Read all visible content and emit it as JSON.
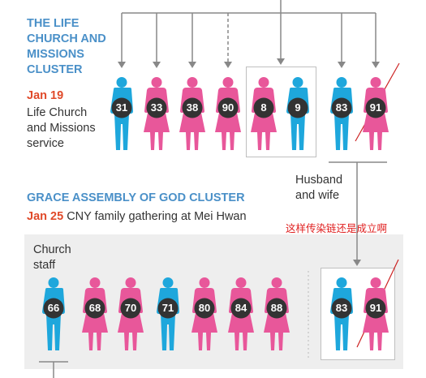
{
  "cluster1": {
    "title_lines": [
      "THE LIFE",
      "CHURCH AND",
      "MISSIONS",
      "CLUSTER"
    ],
    "date": "Jan 19",
    "event_lines": [
      "Life Church",
      "and Missions",
      "service"
    ]
  },
  "couple_label_lines": [
    "Husband",
    "and wife"
  ],
  "cluster2": {
    "title": "GRACE ASSEMBLY OF GOD CLUSTER",
    "date": "Jan 25",
    "event": "CNY family gathering at Mei Hwan",
    "staff_label_lines": [
      "Church",
      "staff"
    ]
  },
  "annotation": "这样传染链还是成立啊",
  "colors": {
    "male": "#1ea7dc",
    "female": "#e8579a",
    "badge": "#333333",
    "title": "#4a90c8",
    "date": "#e04a2a",
    "annotation": "#e02020"
  },
  "row1": [
    {
      "gender": "male",
      "age": "31"
    },
    {
      "gender": "female",
      "age": "33"
    },
    {
      "gender": "female",
      "age": "38"
    },
    {
      "gender": "female",
      "age": "90"
    },
    {
      "gender": "female",
      "age": "8"
    },
    {
      "gender": "male",
      "age": "9"
    },
    {
      "gender": "male",
      "age": "83"
    },
    {
      "gender": "female",
      "age": "91"
    }
  ],
  "row2": [
    {
      "gender": "male",
      "age": "66"
    },
    {
      "gender": "female",
      "age": "68"
    },
    {
      "gender": "female",
      "age": "70"
    },
    {
      "gender": "male",
      "age": "71"
    },
    {
      "gender": "female",
      "age": "80"
    },
    {
      "gender": "female",
      "age": "84"
    },
    {
      "gender": "female",
      "age": "88"
    },
    {
      "gender": "male",
      "age": "83"
    },
    {
      "gender": "female",
      "age": "91"
    }
  ]
}
